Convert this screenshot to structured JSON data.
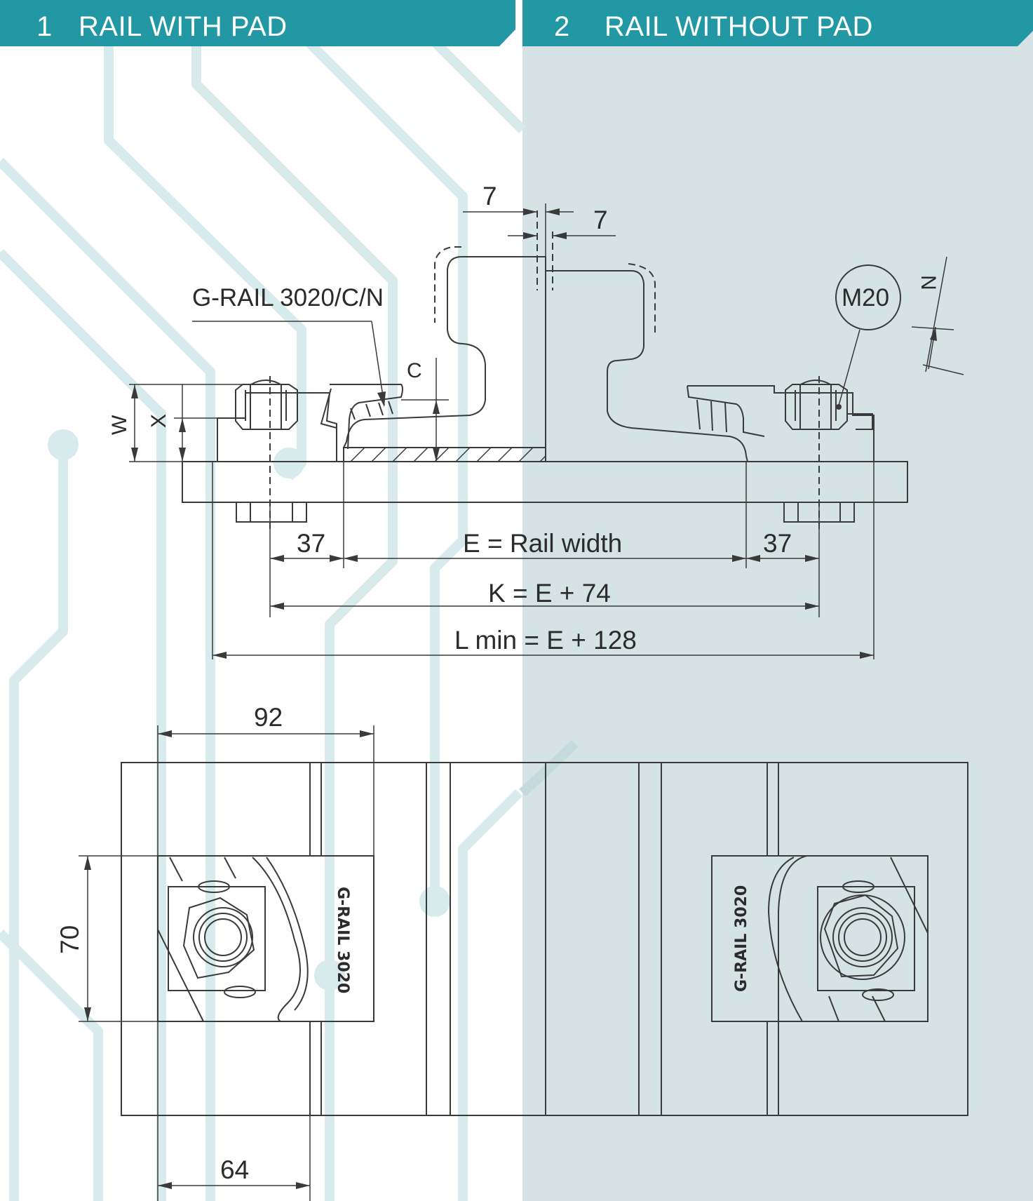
{
  "colors": {
    "header_bg": "#2198a3",
    "right_panel_bg": "#d5e3e5",
    "line": "#3a3a3a",
    "circuit_trace": "#d7eaec"
  },
  "headers": {
    "left": {
      "number": "1",
      "title": "RAIL WITH PAD"
    },
    "right": {
      "number": "2",
      "title": "RAIL WITHOUT PAD"
    }
  },
  "section_view": {
    "rail_label": "G-RAIL 3020/C/N",
    "bolt_label": "M20",
    "dim_top_left": "7",
    "dim_top_right": "7",
    "label_c": "C",
    "label_w": "W",
    "label_x": "X",
    "label_n": "N",
    "dim_left_37": "37",
    "dim_right_37": "37",
    "dim_e": "E = Rail width",
    "dim_k": "K = E + 74",
    "dim_l": "L min = E + 128"
  },
  "plan_view": {
    "dim_92": "92",
    "dim_70": "70",
    "dim_64": "64",
    "clip_mark_left": "G-RAIL 3020",
    "clip_mark_right": "G-RAIL 3020"
  }
}
